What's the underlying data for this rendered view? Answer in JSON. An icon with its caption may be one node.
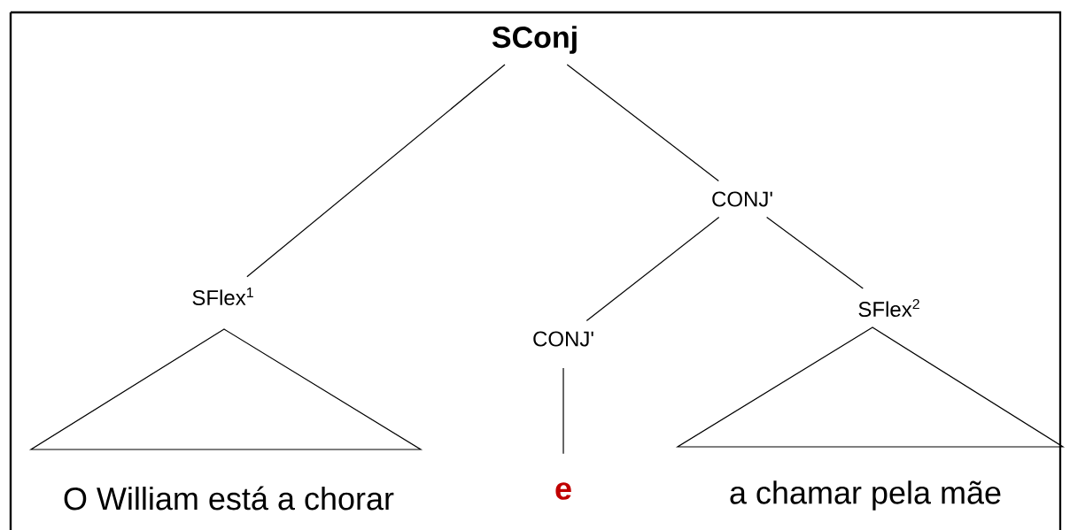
{
  "diagram": {
    "nodes": [
      {
        "text": [
          "SConj"
        ]
      },
      {
        "text": [
          "CONJ'"
        ]
      },
      {
        "text": [
          "SFlex$^{1}$"
        ]
      },
      {
        "text": [
          "CONJ'"
        ]
      },
      {
        "text": [
          "SFlex$^{2}$"
        ]
      },
      {
        "text": [
          "O William está a chorar"
        ]
      },
      {
        "text": [
          "e"
        ]
      },
      {
        "text": [
          "a chamar pela mãe"
        ]
      }
    ],
    "edges": [
      {
        "from": 0,
        "to": 2,
        "arrow": "none"
      },
      {
        "from": 0,
        "to": 1,
        "arrow": "none"
      },
      {
        "from": 1,
        "to": 3,
        "arrow": "none"
      },
      {
        "from": 1,
        "to": 4,
        "arrow": "none"
      },
      {
        "from": 3,
        "to": 6,
        "arrow": "none"
      }
    ]
  }
}
